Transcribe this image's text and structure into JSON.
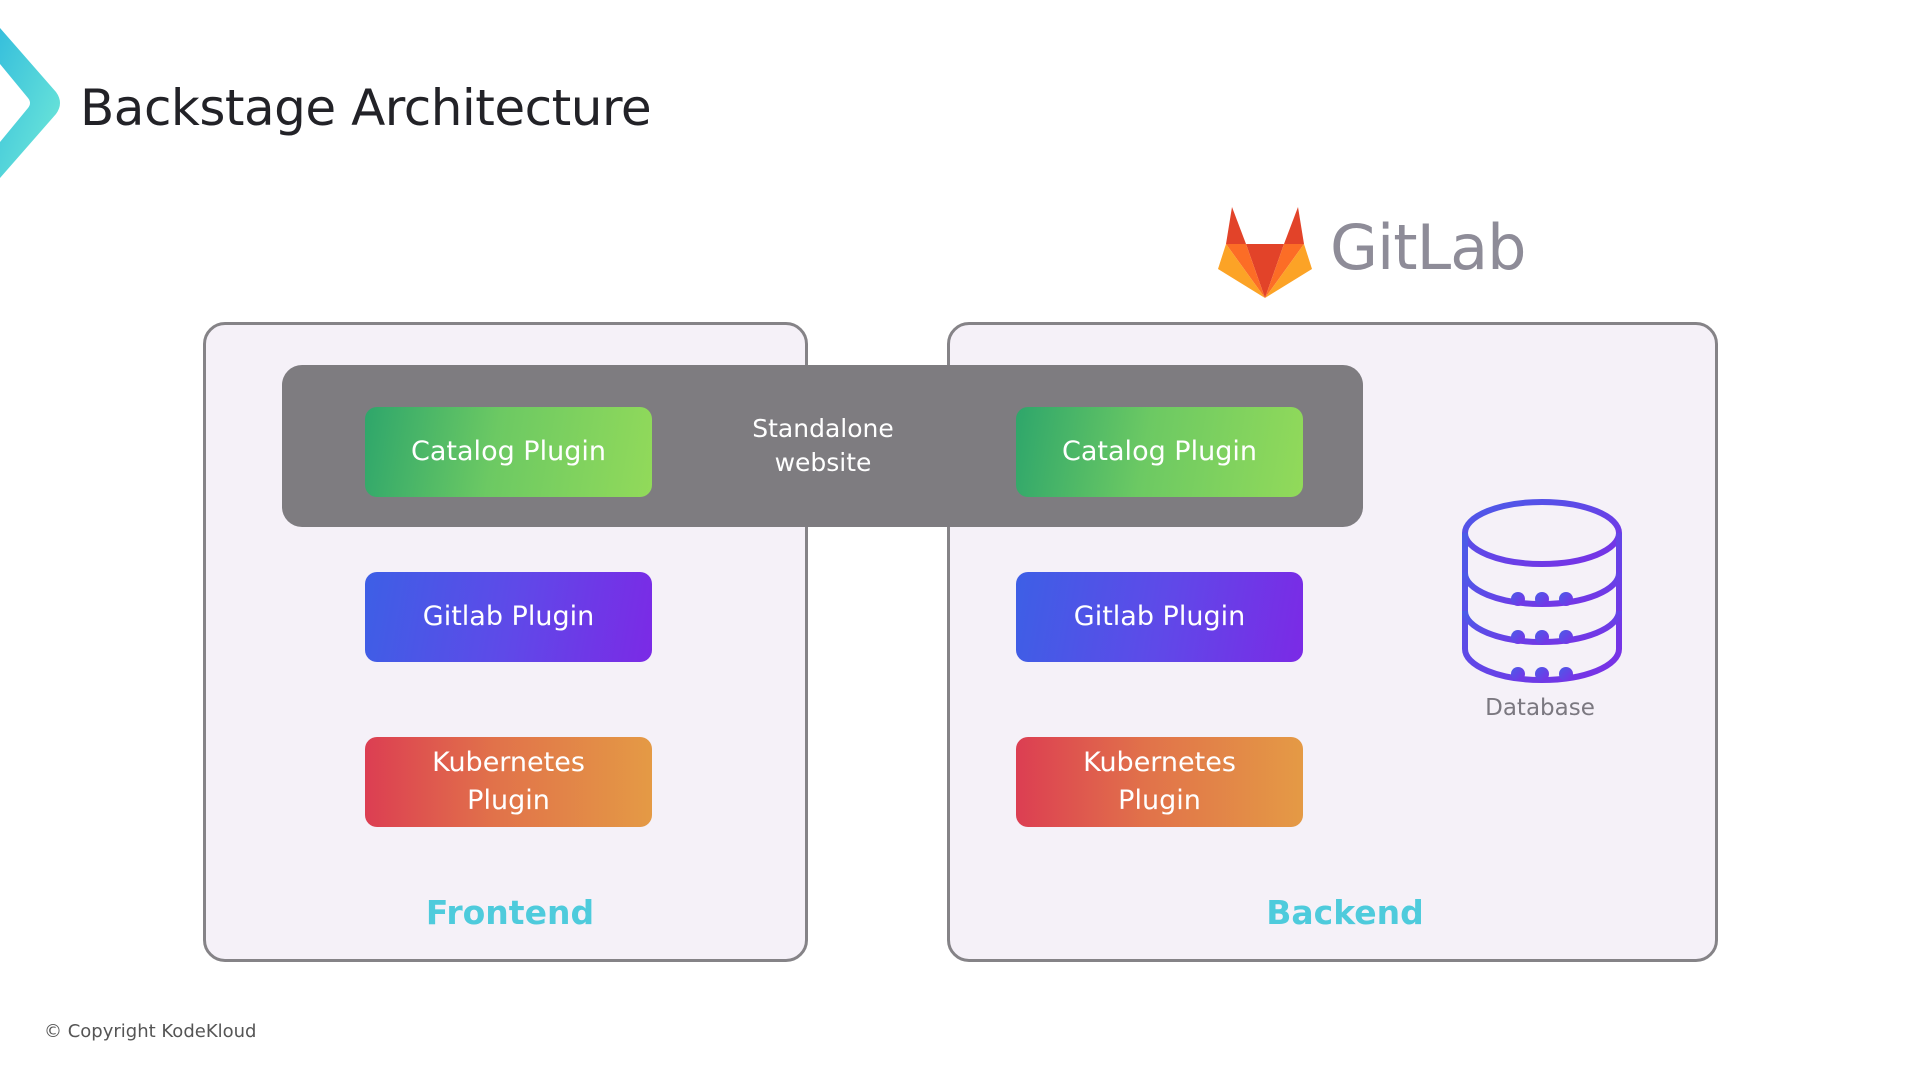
{
  "slide": {
    "title": "Backstage Architecture",
    "copyright": "© Copyright KodeKloud"
  },
  "brand": {
    "logo_icon": "gitlab-tanuki-icon",
    "name": "GitLab",
    "name_color": "#8e8c98"
  },
  "standalone": {
    "line1": "Standalone",
    "line2": "website"
  },
  "frontend": {
    "label": "Frontend",
    "plugins": [
      {
        "label": "Catalog Plugin"
      },
      {
        "label": "Gitlab Plugin"
      },
      {
        "label_line1": "Kubernetes",
        "label_line2": "Plugin"
      }
    ]
  },
  "backend": {
    "label": "Backend",
    "plugins": [
      {
        "label": "Catalog Plugin"
      },
      {
        "label": "Gitlab Plugin"
      },
      {
        "label_line1": "Kubernetes",
        "label_line2": "Plugin"
      }
    ],
    "database": {
      "icon": "database-icon",
      "label": "Database"
    }
  },
  "colors": {
    "accent_cyan": "#4ecbdc",
    "band_gray": "#7e7c80",
    "catalog": [
      "#2ea66b",
      "#92da5a"
    ],
    "gitlab": [
      "#3d5fe6",
      "#7b2ae6"
    ],
    "kubernetes": [
      "#dc3e52",
      "#e49a45"
    ]
  }
}
